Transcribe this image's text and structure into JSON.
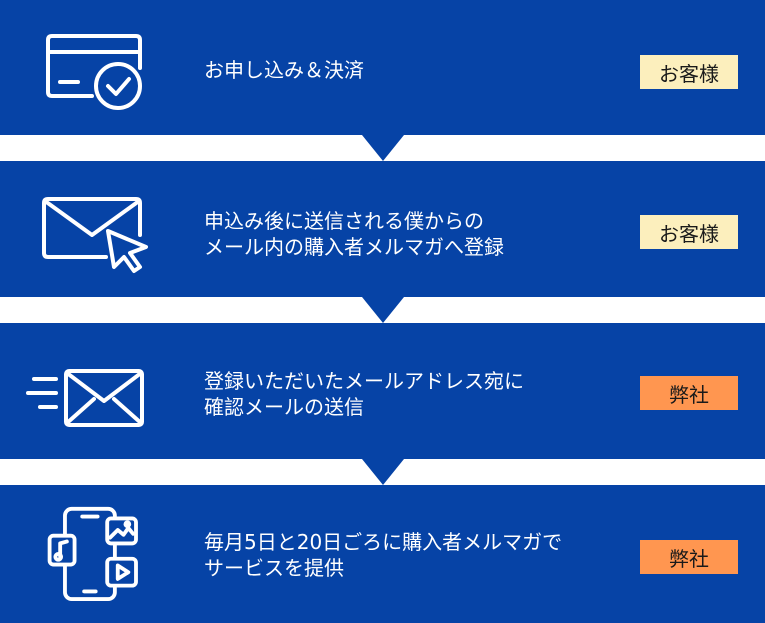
{
  "steps": [
    {
      "icon": "credit-card-check-icon",
      "text": "お申し込み＆決済",
      "badge": "お客様",
      "badge_color": "#fcefbd"
    },
    {
      "icon": "envelope-cursor-icon",
      "text": "申込み後に送信される僕からの\nメール内の購入者メルマガへ登録",
      "badge": "お客様",
      "badge_color": "#fcefbd"
    },
    {
      "icon": "envelope-send-icon",
      "text": "登録いただいたメールアドレス宛に\n確認メールの送信",
      "badge": "弊社",
      "badge_color": "#ff9650"
    },
    {
      "icon": "smartphone-media-icon",
      "text": "毎月5日と20日ごろに購入者メルマガで\nサービスを提供",
      "badge": "弊社",
      "badge_color": "#ff9650"
    }
  ],
  "colors": {
    "step_bg": "#0643a6",
    "icon_stroke": "#ffffff"
  }
}
